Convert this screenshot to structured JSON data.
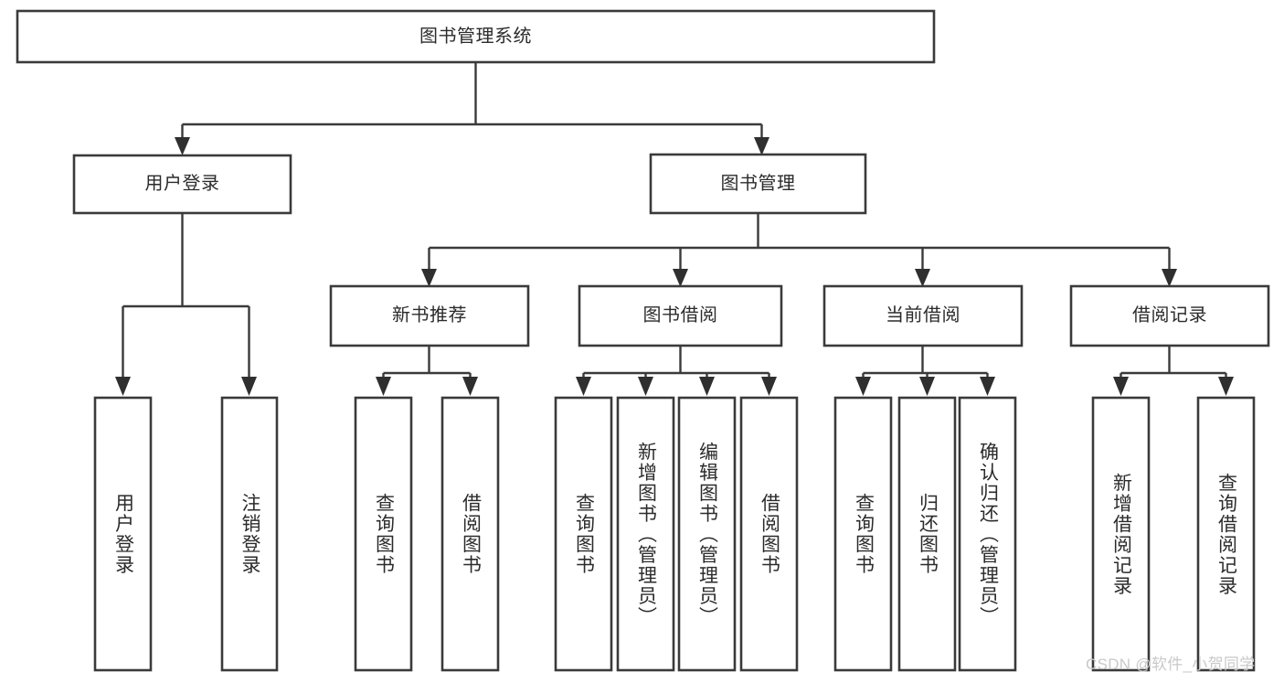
{
  "diagram": {
    "title": "图书管理系统",
    "type": "tree-hierarchy-chart",
    "orientation": "top-down",
    "colors": {
      "box_fill": "#ffffff",
      "box_stroke": "#3a3a3a",
      "connector": "#3a3a3a",
      "arrow_fill": "#2f2f2f",
      "text": "#2b2b2b",
      "background": "#ffffff",
      "watermark": "#c9c9c9"
    },
    "levels": {
      "root": {
        "label": "图书管理系统",
        "text_direction": "horizontal"
      },
      "level1": [
        {
          "label": "用户登录",
          "text_direction": "horizontal"
        },
        {
          "label": "图书管理",
          "text_direction": "horizontal"
        }
      ],
      "level2": [
        {
          "label": "新书推荐",
          "text_direction": "horizontal",
          "parent": "图书管理"
        },
        {
          "label": "图书借阅",
          "text_direction": "horizontal",
          "parent": "图书管理"
        },
        {
          "label": "当前借阅",
          "text_direction": "horizontal",
          "parent": "图书管理"
        },
        {
          "label": "借阅记录",
          "text_direction": "horizontal",
          "parent": "图书管理"
        }
      ],
      "leaves": [
        {
          "label": "用户登录",
          "text_direction": "vertical",
          "parent": "用户登录"
        },
        {
          "label": "注销登录",
          "text_direction": "vertical",
          "parent": "用户登录"
        },
        {
          "label": "查询图书",
          "text_direction": "vertical",
          "parent": "新书推荐"
        },
        {
          "label": "借阅图书",
          "text_direction": "vertical",
          "parent": "新书推荐"
        },
        {
          "label": "查询图书",
          "text_direction": "vertical",
          "parent": "图书借阅"
        },
        {
          "label": "新增图书（管理员）",
          "text_direction": "vertical",
          "parent": "图书借阅"
        },
        {
          "label": "编辑图书（管理员）",
          "text_direction": "vertical",
          "parent": "图书借阅"
        },
        {
          "label": "借阅图书",
          "text_direction": "vertical",
          "parent": "图书借阅"
        },
        {
          "label": "查询图书",
          "text_direction": "vertical",
          "parent": "当前借阅"
        },
        {
          "label": "归还图书",
          "text_direction": "vertical",
          "parent": "当前借阅"
        },
        {
          "label": "确认归还（管理员）",
          "text_direction": "vertical",
          "parent": "当前借阅"
        },
        {
          "label": "新增借阅记录",
          "text_direction": "vertical",
          "parent": "借阅记录"
        },
        {
          "label": "查询借阅记录",
          "text_direction": "vertical",
          "parent": "借阅记录"
        }
      ]
    },
    "watermark": "CSDN @软件_小贺同学"
  }
}
